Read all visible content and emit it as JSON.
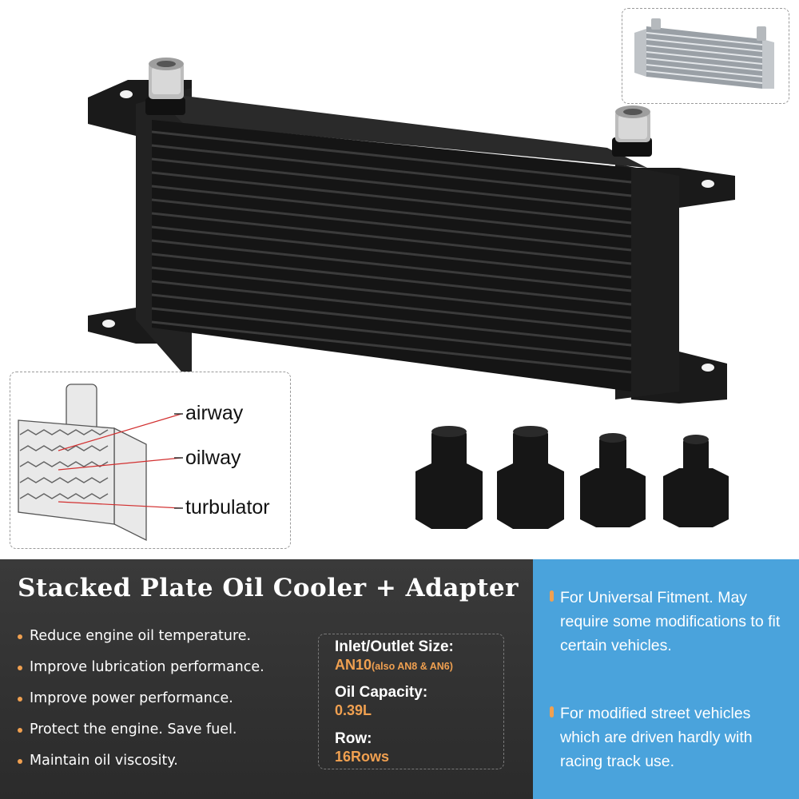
{
  "diagram": {
    "labels": [
      "airway",
      "oilway",
      "turbulator"
    ]
  },
  "headline": "Stacked Plate Oil Cooler + Adapter",
  "features": [
    "Reduce engine oil temperature.",
    "Improve lubrication performance.",
    "Improve power performance.",
    "Protect the engine. Save fuel.",
    "Maintain oil viscosity."
  ],
  "specs": {
    "inlet_label": "Inlet/Outlet Size:",
    "inlet_value": "AN10",
    "inlet_note": "(also AN8 & AN6)",
    "capacity_label": "Oil Capacity:",
    "capacity_value": "0.39L",
    "row_label": "Row:",
    "row_value": "16Rows"
  },
  "notes": [
    "For Universal Fitment. May require some modifications to fit certain vehicles.",
    "For modified street vehicles which are driven hardly with racing track use."
  ],
  "colors": {
    "accent": "#f0a050",
    "panel_dark": "#2f2f2f",
    "panel_blue": "#4aa3dc"
  }
}
